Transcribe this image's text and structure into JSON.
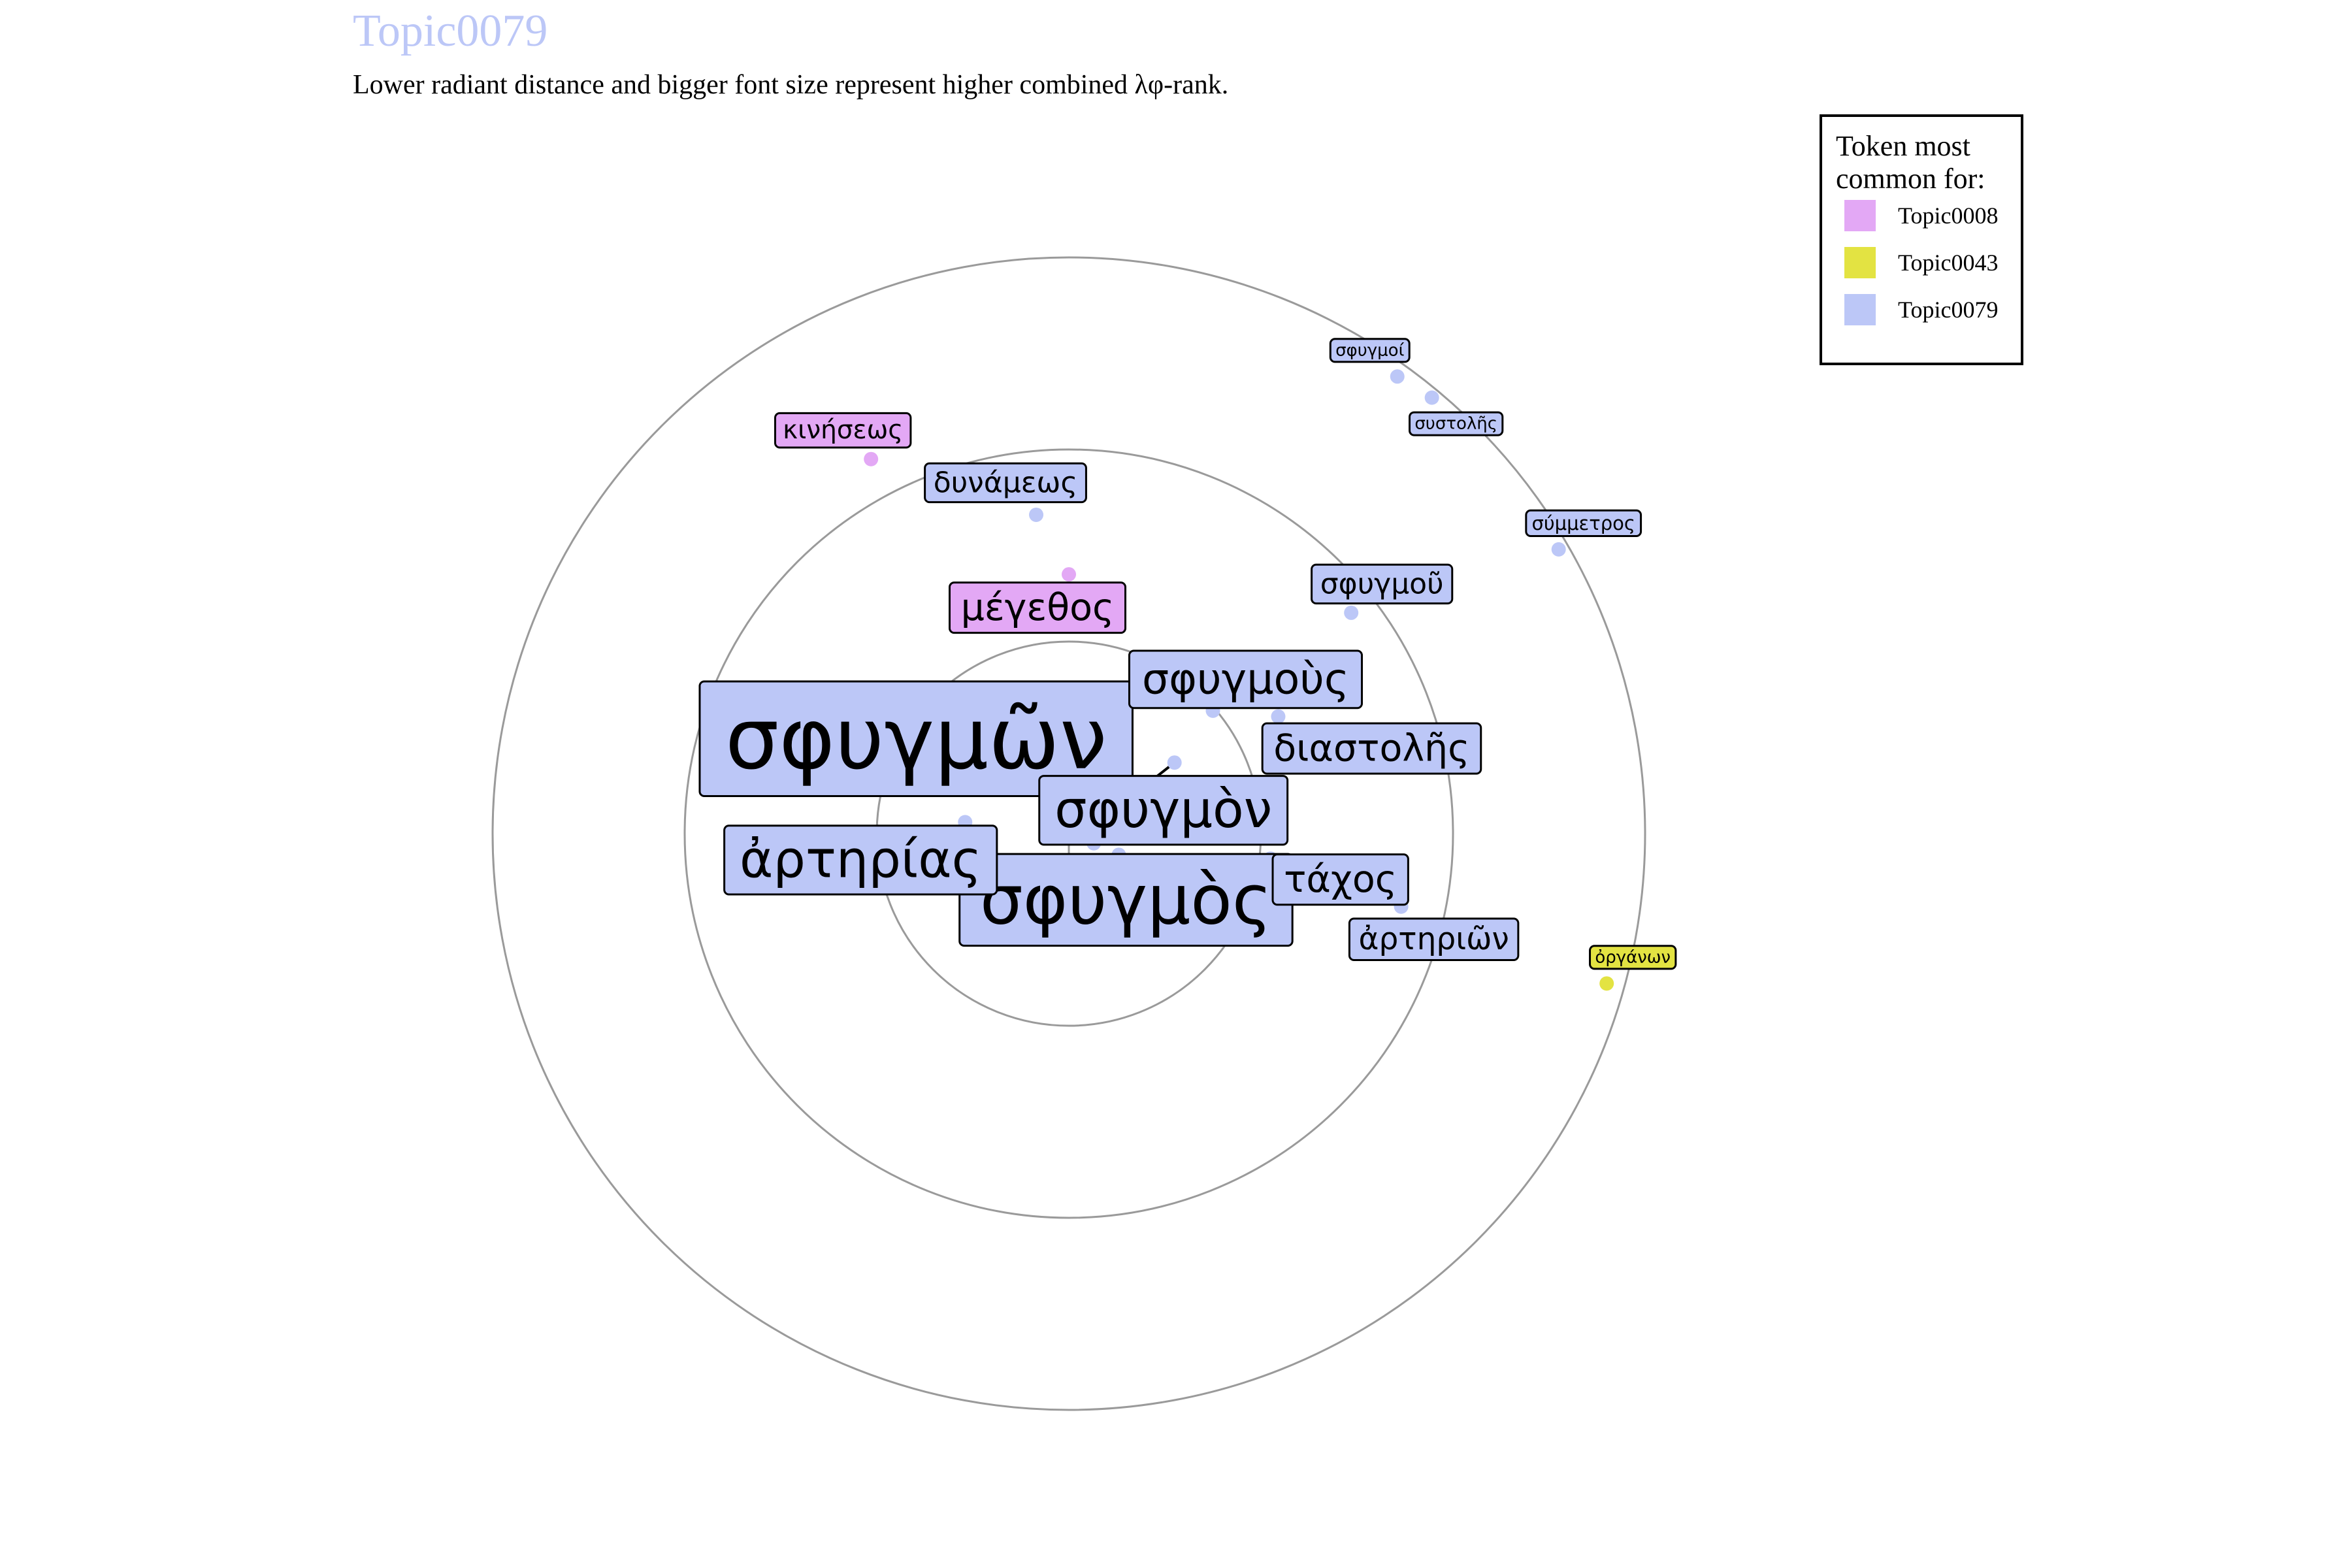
{
  "chart_data": {
    "type": "scatter",
    "title": "Topic0079",
    "subtitle": "Lower radiant distance and bigger font size represent higher combined λφ-rank.",
    "rings": [
      1,
      2,
      3
    ],
    "grid": true,
    "legend_position": "top-right",
    "legend": {
      "title": "Token most\ncommon for:",
      "entries": [
        {
          "name": "Topic0008",
          "color": "#e3a8f5"
        },
        {
          "name": "Topic0043",
          "color": "#e3e342"
        },
        {
          "name": "Topic0079",
          "color": "#bcc7f7"
        }
      ]
    },
    "points": [
      {
        "token": "σφυγμῶν",
        "topic": "Topic0079",
        "x": 0.13,
        "y": -0.05,
        "size": 5
      },
      {
        "token": "σφυγμὸς",
        "topic": "Topic0079",
        "x": 0.26,
        "y": -0.11,
        "size": 4
      },
      {
        "token": "σφυγμὸν",
        "topic": "Topic0079",
        "x": 0.55,
        "y": 0.37,
        "size": 3
      },
      {
        "token": "ἀρτηρίας",
        "topic": "Topic0079",
        "x": -0.54,
        "y": 0.06,
        "size": 3
      },
      {
        "token": "σφυγμοὺς",
        "topic": "Topic0079",
        "x": 0.75,
        "y": 0.64,
        "size": 2.5
      },
      {
        "token": "διαστολῆς",
        "topic": "Topic0079",
        "x": 1.09,
        "y": 0.61,
        "size": 2.2
      },
      {
        "token": "τάχος",
        "topic": "Topic0079",
        "x": 1.05,
        "y": -0.13,
        "size": 2.2
      },
      {
        "token": "μέγεθος",
        "topic": "Topic0008",
        "x": 0.0,
        "y": 1.35,
        "size": 2.2
      },
      {
        "token": "ἀρτηριῶν",
        "topic": "Topic0079",
        "x": 1.73,
        "y": -0.38,
        "size": 1.8
      },
      {
        "token": "σφυγμοῦ",
        "topic": "Topic0079",
        "x": 1.47,
        "y": 1.15,
        "size": 1.7
      },
      {
        "token": "δυνάμεως",
        "topic": "Topic0079",
        "x": -0.17,
        "y": 1.66,
        "size": 1.7
      },
      {
        "token": "κινήσεως",
        "topic": "Topic0008",
        "x": -1.03,
        "y": 1.95,
        "size": 1.5
      },
      {
        "token": "σύμμετρος",
        "topic": "Topic0079",
        "x": 2.55,
        "y": 1.48,
        "size": 1.1
      },
      {
        "token": "συστολῆς",
        "topic": "Topic0079",
        "x": 1.89,
        "y": 2.27,
        "size": 1.0
      },
      {
        "token": "σφυγμοί",
        "topic": "Topic0079",
        "x": 1.71,
        "y": 2.38,
        "size": 1.0
      },
      {
        "token": "ὀργάνων",
        "topic": "Topic0043",
        "x": 2.8,
        "y": -0.78,
        "size": 1.0
      }
    ]
  }
}
